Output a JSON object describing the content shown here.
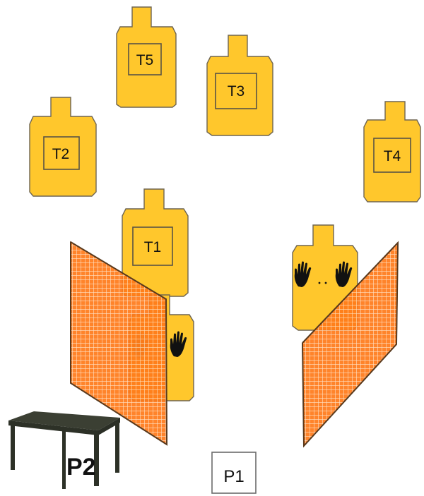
{
  "diagram": {
    "targets": [
      {
        "id": "T5",
        "label": "T5"
      },
      {
        "id": "T3",
        "label": "T3"
      },
      {
        "id": "T2",
        "label": "T2"
      },
      {
        "id": "T4",
        "label": "T4"
      },
      {
        "id": "T1",
        "label": "T1"
      }
    ],
    "no_shoot_targets": [
      {
        "id": "left-no-shoot",
        "mark": "hands-icon"
      },
      {
        "id": "right-no-shoot",
        "mark": "hands-icon"
      }
    ],
    "positions": {
      "p1": "P1",
      "p2": "P2"
    },
    "colors": {
      "target_fill": "#FFC72C",
      "panel_fill": "#FF7A1A",
      "panel_mesh": "#FFE0C2",
      "table_top": "#3b3f33",
      "table_legs": "#2d3127"
    }
  }
}
